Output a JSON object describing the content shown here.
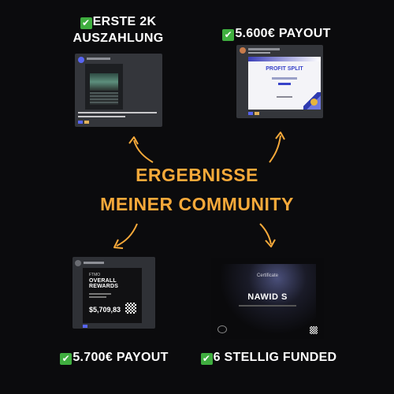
{
  "captions": {
    "top_left_line1": "ERSTE 2K",
    "top_left_line2": "AUSZAHLUNG",
    "top_right": "5.600€ PAYOUT",
    "bottom_left": "5.700€ PAYOUT",
    "bottom_right": "6 STELLIG FUNDED"
  },
  "center": {
    "line1": "ERGEBNISSE",
    "line2": "MEINER COMMUNITY"
  },
  "shot2": {
    "cert_title": "PROFIT SPLIT"
  },
  "shot3": {
    "logo": "FTMO",
    "heading": "OVERALL REWARDS",
    "amount": "$5,709,83"
  },
  "shot4": {
    "logo": "Certificate",
    "name": "NAWID S"
  },
  "colors": {
    "accent": "#f6a93a",
    "check": "#3fae3f",
    "background": "#0b0b0d"
  },
  "icons": {
    "check": "check-mark-icon",
    "arrow": "curved-arrow-icon"
  }
}
